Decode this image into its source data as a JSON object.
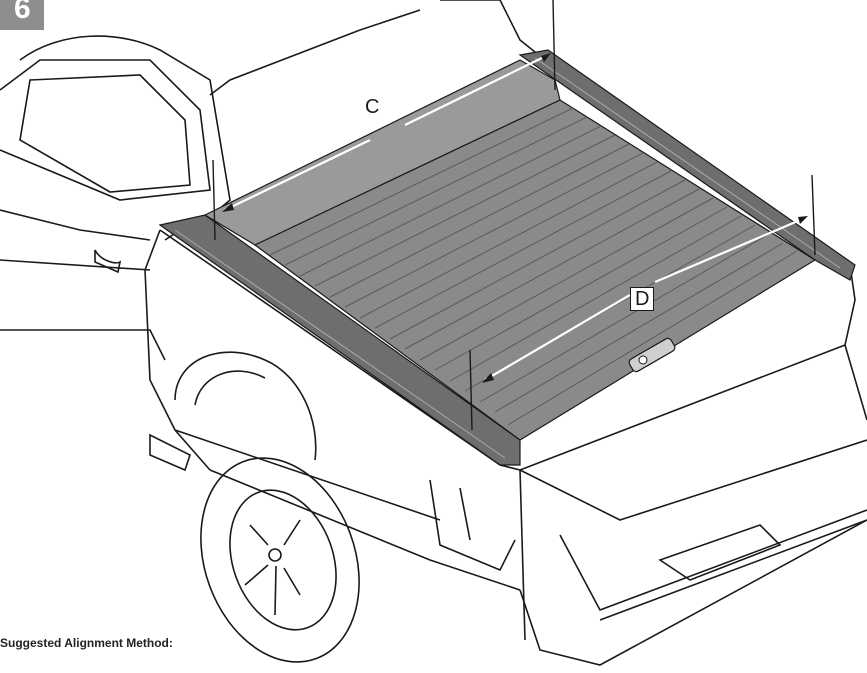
{
  "figure": {
    "step_number": "6",
    "caption": "Suggested Alignment Method:",
    "labels": {
      "front_measure": "C",
      "diagonal_measure": "D"
    },
    "colors": {
      "cover_fill": "#8a8a8a",
      "rail_fill": "#6e6e6e",
      "header_plate_fill": "#9a9a9a",
      "line_color": "#1a1a1a",
      "badge_fill": "#8e8e8e"
    }
  }
}
